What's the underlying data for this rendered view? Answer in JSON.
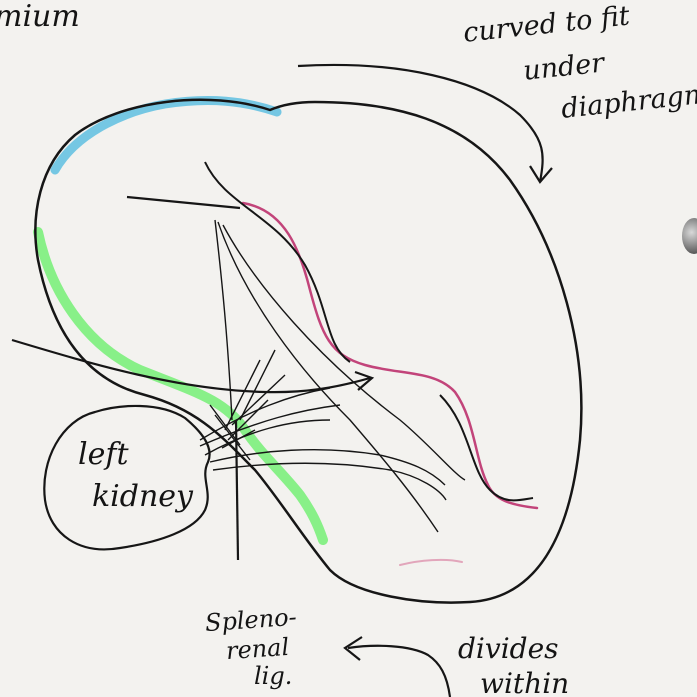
{
  "labels": {
    "top_left_fragment": "mium",
    "curved_line1": "curved to fit",
    "curved_line2": "under",
    "curved_line3": "diaphragm",
    "kidney_line1": "left",
    "kidney_line2": "kidney",
    "splenorenal_line1": "Spleno-",
    "splenorenal_line2": "renal",
    "splenorenal_line3": "lig.",
    "divides_line1": "divides",
    "divides_line2": "within"
  },
  "colors": {
    "ink": "#161616",
    "upper_border": "#5ec0e0",
    "visceral_border": "#7cf07c",
    "notched_border": "#c2447a",
    "paper": "#f3f2ef"
  }
}
